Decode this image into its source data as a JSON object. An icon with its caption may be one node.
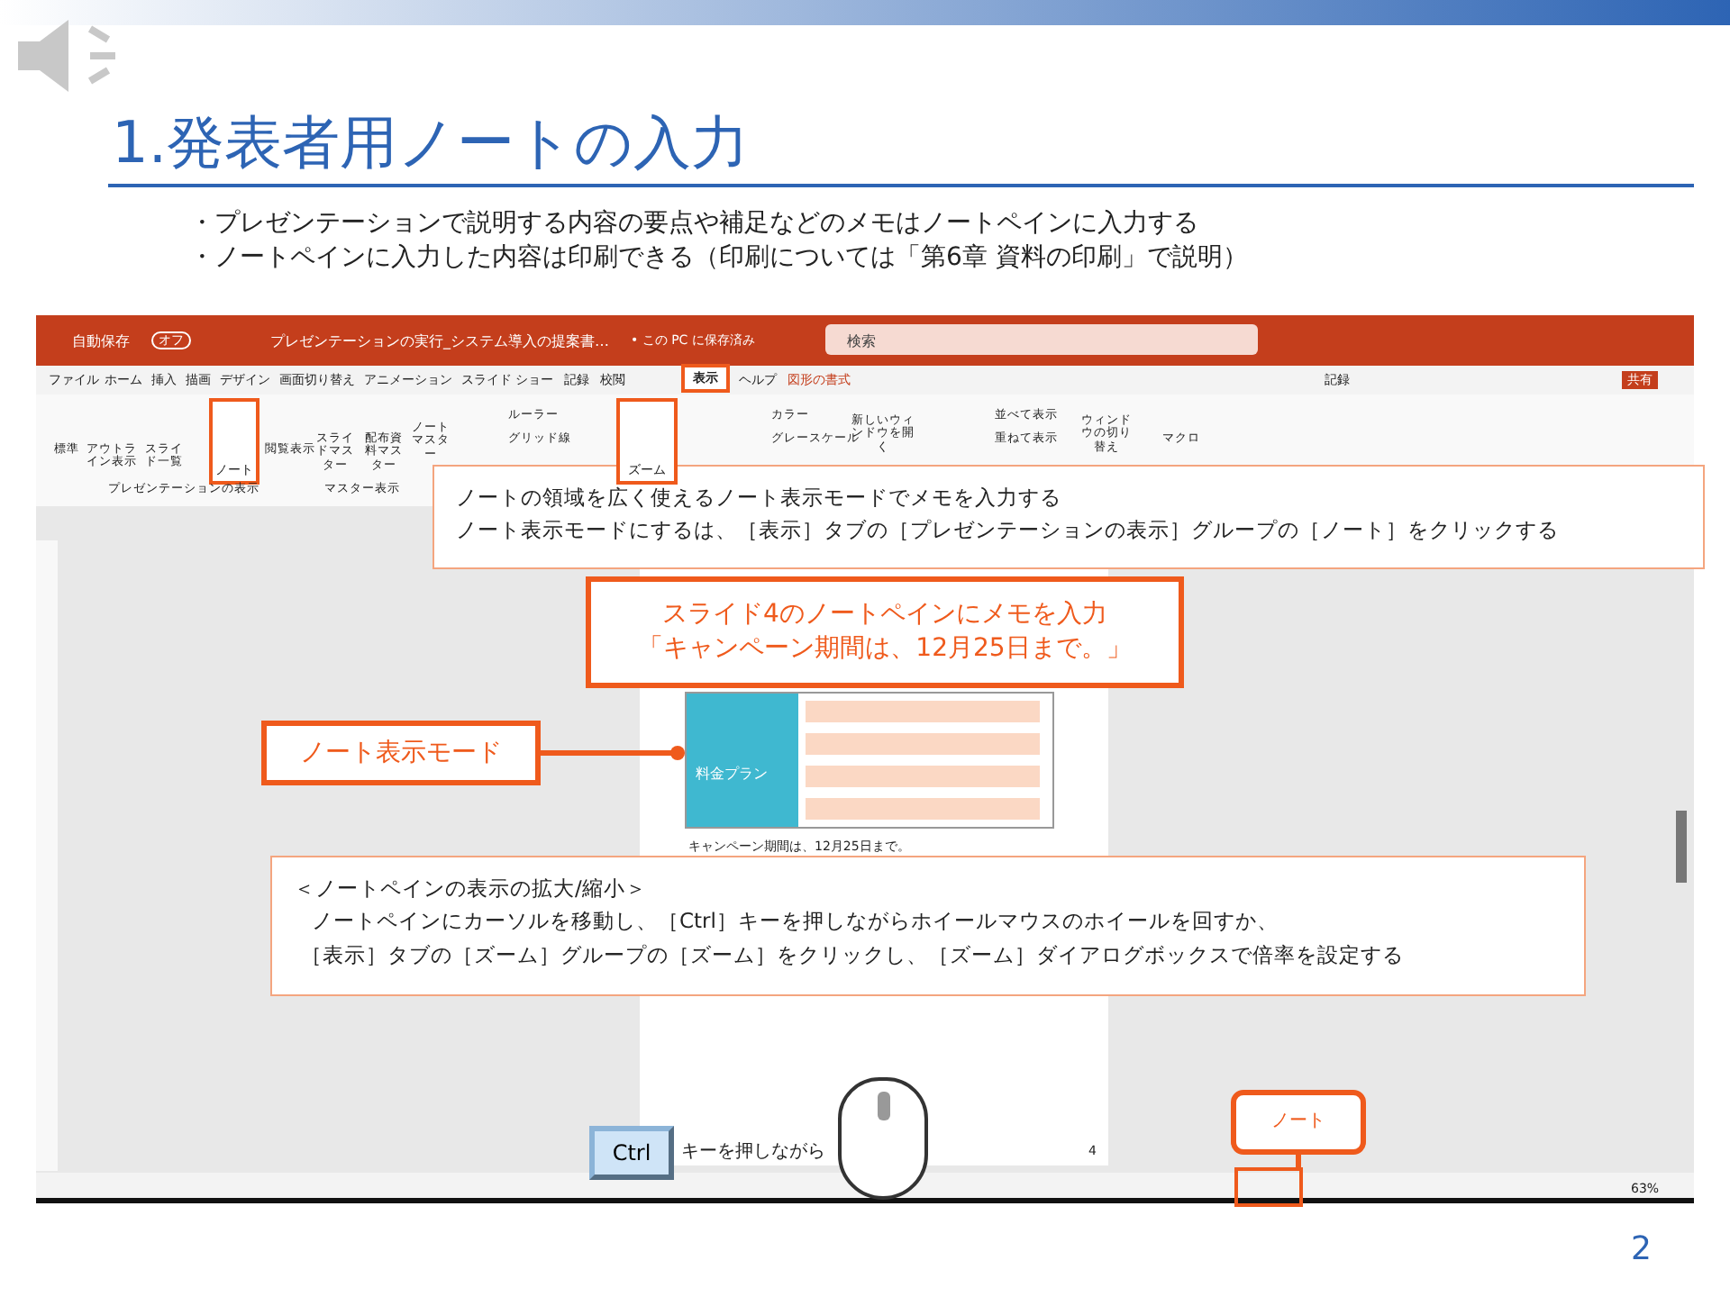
{
  "diagram": {
    "title": "1.発表者用ノートの入力",
    "nodes": [
      {
        "text": [
          "ノートの領域を広く使えるノート表示モードでメモを入力する",
          "ノート表示モードにするは、［表示］タブの［プレゼンテーションの表示］グループの［ノート］をクリックする"
        ]
      },
      {
        "text": [
          "スライド4のノートペインにメモを入力",
          "「キャンペーン期間は、12月25日まで。」"
        ]
      },
      {
        "text": [
          "ノート表示モード"
        ]
      },
      {
        "text": [],
        "shape": "picture"
      },
      {
        "text": [
          "＜ノートペインの表示の拡大/縮小＞",
          "ノートペインにカーソルを移動し、［Ctrl］キーを押しながらホイールマウスのホイールを回すか、",
          "［表示］タブの［ズーム］グループの［ズーム］をクリックし、［ズーム］ダイアログボックスで倍率を設定する"
        ]
      },
      {
        "text": [
          "Ctrl"
        ],
        "beside": [
          "キーを押しながら"
        ]
      },
      {
        "text": [],
        "shape": "picture"
      },
      {
        "text": [
          "ノート"
        ]
      },
      {
        "text": [],
        "shape": "box"
      },
      {
        "text": [
          "表示"
        ]
      },
      {
        "text": [
          "ノート"
        ]
      },
      {
        "text": [
          "ズーム"
        ]
      }
    ],
    "edges": [
      {
        "from": 2,
        "to": 3,
        "arrow": "other"
      },
      {
        "from": 7,
        "to": 8,
        "arrow": "none"
      }
    ],
    "labels": [
      "・プレゼンテーションで説明する内容の要点や補足などのメモはノートペインに入力する",
      "・ノートペインに入力した内容は印刷できる（印刷については「第6章 資料の印刷」で説明）",
      "自動保存",
      "オフ",
      "プレゼンテーションの実行_システム導入の提案書…",
      "• この PC に保存済み",
      "検索",
      "ファイル",
      "ホーム",
      "挿入",
      "描画",
      "デザイン",
      "画面切り替え",
      "アニメーション",
      "スライド ショー",
      "記録",
      "校閲",
      "ヘルプ",
      "図形の書式",
      "記録",
      "共有",
      "標準",
      "アウトライン表示",
      "スライド一覧",
      "閲覧表示",
      "プレゼンテーションの表示",
      "スライドマスター",
      "配布資料マスター",
      "ノートマスター",
      "マスター表示",
      "ルーラー",
      "グリッド線",
      "カラー",
      "グレースケール",
      "新しいウィンドウを開く",
      "並べて表示",
      "重ねて表示",
      "ウィンドウの切り替え",
      "マクロ",
      "料金プラン",
      "キャンペーン期間は、12月25日まで。",
      "4",
      "63%",
      "2"
    ]
  }
}
